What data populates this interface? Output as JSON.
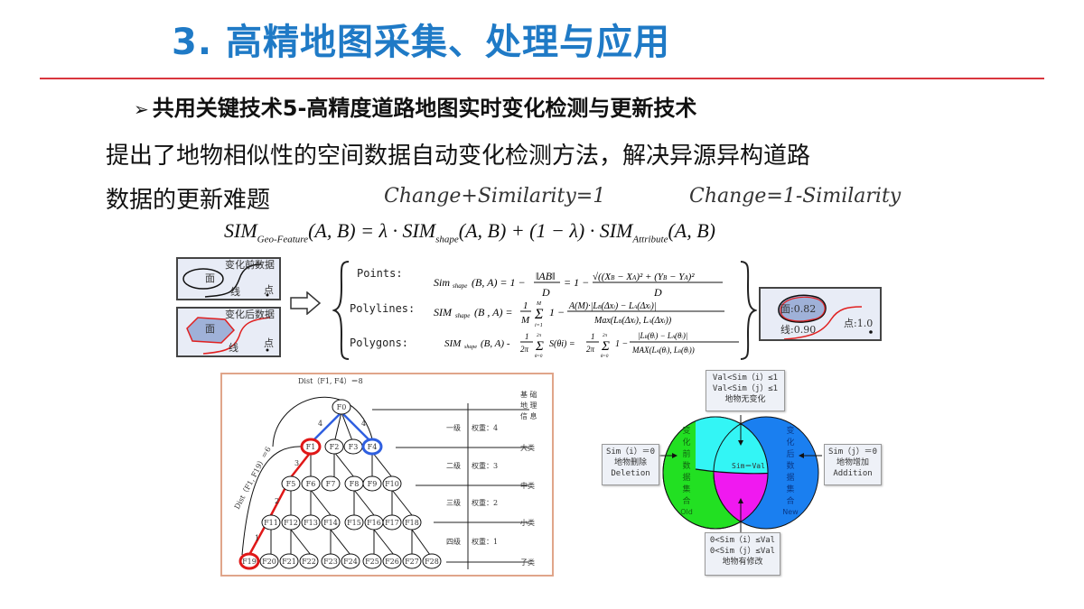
{
  "slide": {
    "title": "3. 高精地图采集、处理与应用",
    "subtitle_bullet": "➢",
    "subtitle": "共用关键技术5-高精度道路地图实时变化检测与更新技术",
    "body_line1": "提出了地物相似性的空间数据自动变化检测方法，解决异源异构道路",
    "body_line2": "数据的更新难题",
    "equation_1": "Change+Similarity=1",
    "equation_2": "Change=1-Similarity",
    "sim_equation": {
      "lhs": "SIM",
      "lhs_sub": "Geo-Feature",
      "args": "(A, B) = λ · SIM",
      "shape_sub": "shape",
      "mid": "(A, B) + (1 − λ) · SIM",
      "attr_sub": "Attribute",
      "end": "(A, B)"
    }
  },
  "map_before": {
    "label": "变化前数据",
    "face": "面",
    "line": "线",
    "point": "点"
  },
  "map_after": {
    "label": "变化后数据",
    "face": "面",
    "line": "线",
    "point": "点"
  },
  "formulas": [
    {
      "type": "Points:",
      "expr": "Sim_shape(B, A) = 1 − ‖AB‖/D = 1 − √((X_B − X_A)² + (Y_B − Y_A)²)/D"
    },
    {
      "type": "Polylines:",
      "expr": "SIM_shape(B, A) = (1/M) Σ_{i=1}^{M} 1 − A(M)·|L_B(Δx_i) − L_A(Δx_i)| / Max(L_B(Δx_i), L_A(Δx_i))"
    },
    {
      "type": "Polygons:",
      "expr": "SIM_shape(B, A) = (1/2π) Σ_{θ=0}^{2π} S(θi) = (1/2π) Σ_{θ=0}^{2π} 1 − |L_B(θ_i) − L_A(θ_i)| / MAX(L_A(θ_i), L_B(θ_i))"
    }
  ],
  "result_map": {
    "face": "面:0.82",
    "line": "线:0.90",
    "point": "点:1.0"
  },
  "tree": {
    "dist_top": "Dist（F1, F4）＝8",
    "dist_side": "Dist（F1, F19）＝6",
    "edge_labels": {
      "f0_f1": "4",
      "f0_f4": "4",
      "f1_f5": "3",
      "f5_f11": "2",
      "f11_f19": "1"
    },
    "levels": [
      {
        "name": "一级",
        "weight": "权重：4"
      },
      {
        "name": "二级",
        "weight": "权重：3"
      },
      {
        "name": "三级",
        "weight": "权重：2"
      },
      {
        "name": "四级",
        "weight": "权重：1"
      }
    ],
    "categories": [
      "基础地理信息",
      "大类",
      "中类",
      "小类",
      "子类"
    ],
    "nodes": {
      "root": [
        "F0"
      ],
      "l1": [
        "F1",
        "F2",
        "F3",
        "F4"
      ],
      "l2": [
        "F5",
        "F6",
        "F7",
        "F8",
        "F9",
        "F10"
      ],
      "l3": [
        "F11",
        "F12",
        "F13",
        "F14",
        "F15",
        "F16",
        "F17",
        "F18"
      ],
      "l4": [
        "F19",
        "F20",
        "F21",
        "F22",
        "F23",
        "F24",
        "F25",
        "F26",
        "F27",
        "F28"
      ]
    }
  },
  "venn": {
    "top_box": [
      "Val<Sim（i）≤1",
      "Val<Sim（j）≤1",
      "地物无变化"
    ],
    "left_box": [
      "Sim（i）＝0",
      "地物删除",
      "Deletion"
    ],
    "right_box": [
      "Sim（j）＝0",
      "地物增加",
      "Addition"
    ],
    "bottom_box": [
      "0<Sim（i）≤Val",
      "0<Sim（j）≤Val",
      "地物有修改"
    ],
    "center_label": "Sim＝Val",
    "left_set": [
      "变",
      "化",
      "前",
      "数",
      "据",
      "集",
      "合",
      "Old"
    ],
    "right_set": [
      "变",
      "化",
      "后",
      "数",
      "据",
      "集",
      "合",
      "New"
    ],
    "colors": {
      "old": "#22e022",
      "new": "#1a7ff0",
      "unchanged": "#33f5f5",
      "modified": "#f019f0"
    }
  },
  "colors": {
    "title": "#1f7ac6",
    "rule": "#d9363e",
    "highlight_red": "#e01818",
    "highlight_blue": "#2f5fe0"
  }
}
